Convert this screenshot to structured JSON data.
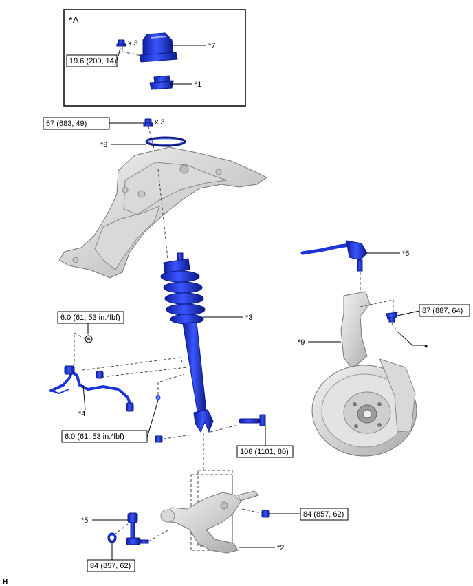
{
  "callouts": {
    "inset_title": "*A",
    "part_7": "*7",
    "part_1": "*1",
    "part_8": "*8",
    "part_3": "*3",
    "part_4": "*4",
    "part_6": "*6",
    "part_9": "*9",
    "part_5": "*5",
    "part_2": "*2"
  },
  "quantities": {
    "inset_nut_qty": "x 3",
    "upper_nut_qty": "x 3"
  },
  "torque_specs": {
    "inset_nut": "19.6 (200, 14)",
    "upper_nut": "67 (683, 49)",
    "sensor_bolt_upper": "6.0 (61, 53 in.*lbf)",
    "sensor_bolt_lower": "6.0 (61, 53 in.*lbf)",
    "ball_joint_nut": "87 (887, 64)",
    "shock_bolt": "108 (1101, 80)",
    "arm_bolt": "84 (857, 62)",
    "stabilizer_nut": "84 (857, 62)"
  },
  "markers": {
    "non_reusable": "●"
  },
  "footer": {
    "corner_mark": "H"
  },
  "colors": {
    "part_highlight": "#1c33d6",
    "part_grey": "#d4d4d4",
    "lines": "#000000"
  }
}
